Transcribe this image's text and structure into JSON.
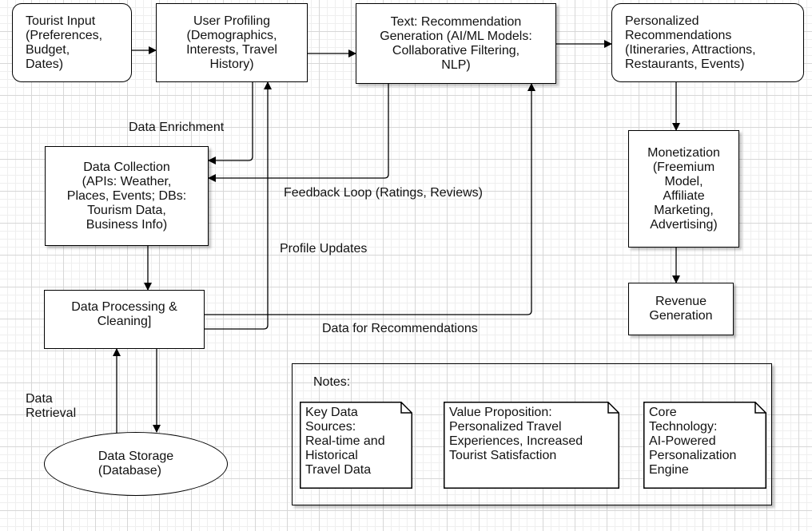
{
  "nodes": {
    "tourist_input": "Tourist Input\n(Preferences,\nBudget,\nDates)",
    "user_profiling": "User Profiling\n(Demographics,\nInterests, Travel\nHistory)",
    "recommendation_generation": "Text: Recommendation\nGeneration (AI/ML Models:\nCollaborative Filtering,\nNLP)",
    "personalized_recommendations": "Personalized\nRecommendations\n(Itineraries, Attractions,\nRestaurants, Events)",
    "data_collection": "Data Collection\n(APIs: Weather,\nPlaces, Events; DBs:\nTourism Data,\nBusiness Info)",
    "data_processing": "Data Processing &\nCleaning]",
    "data_storage": "Data Storage\n(Database)",
    "monetization": "Monetization\n(Freemium\nModel,\nAffiliate\nMarketing,\nAdvertising)",
    "revenue_generation": "Revenue\nGeneration"
  },
  "edge_labels": {
    "data_enrichment": "Data Enrichment",
    "feedback_loop": "Feedback Loop (Ratings, Reviews)",
    "profile_updates": "Profile Updates",
    "data_for_recommendations": "Data for Recommendations",
    "data_retrieval": "Data\nRetrieval"
  },
  "notes": {
    "title": "Notes:",
    "key_data_sources": "Key Data\nSources:\nReal-time and\nHistorical\nTravel Data",
    "value_proposition": "Value Proposition:\nPersonalized Travel\nExperiences, Increased\nTourist Satisfaction",
    "core_technology": "Core\nTechnology:\nAI-Powered\nPersonalization\nEngine"
  },
  "colors": {
    "stroke": "#000000",
    "grid": "#d7d7d7",
    "background": "#ffffff"
  }
}
